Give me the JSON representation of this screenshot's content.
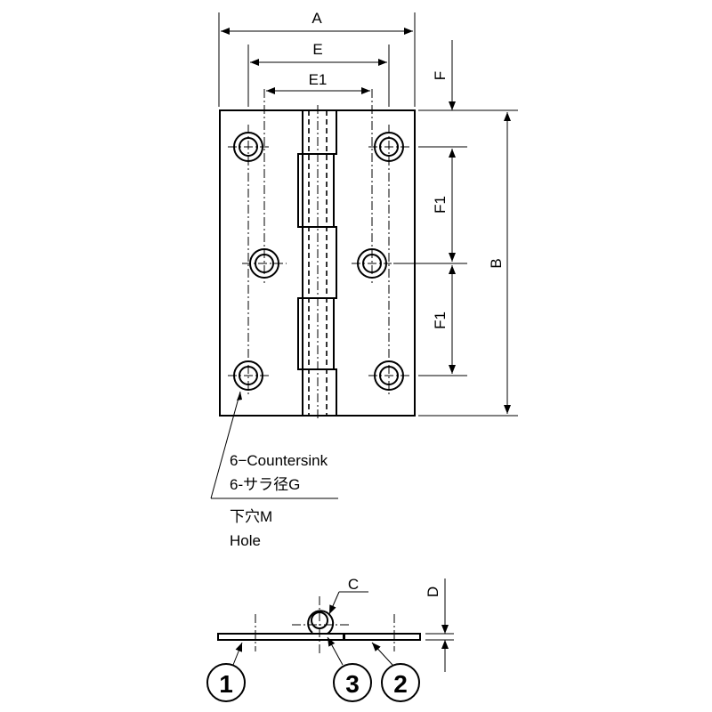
{
  "dimensions": {
    "A": "A",
    "E": "E",
    "E1": "E1",
    "F": "F",
    "F1_upper": "F1",
    "F1_lower": "F1",
    "B": "B",
    "C": "C",
    "D": "D"
  },
  "callout": {
    "countersink_en": "6−Countersink",
    "countersink_jp": "6-サラ径G",
    "hole_jp": "下穴M",
    "hole_en": "Hole"
  },
  "parts": {
    "p1": "1",
    "p2": "2",
    "p3": "3"
  }
}
